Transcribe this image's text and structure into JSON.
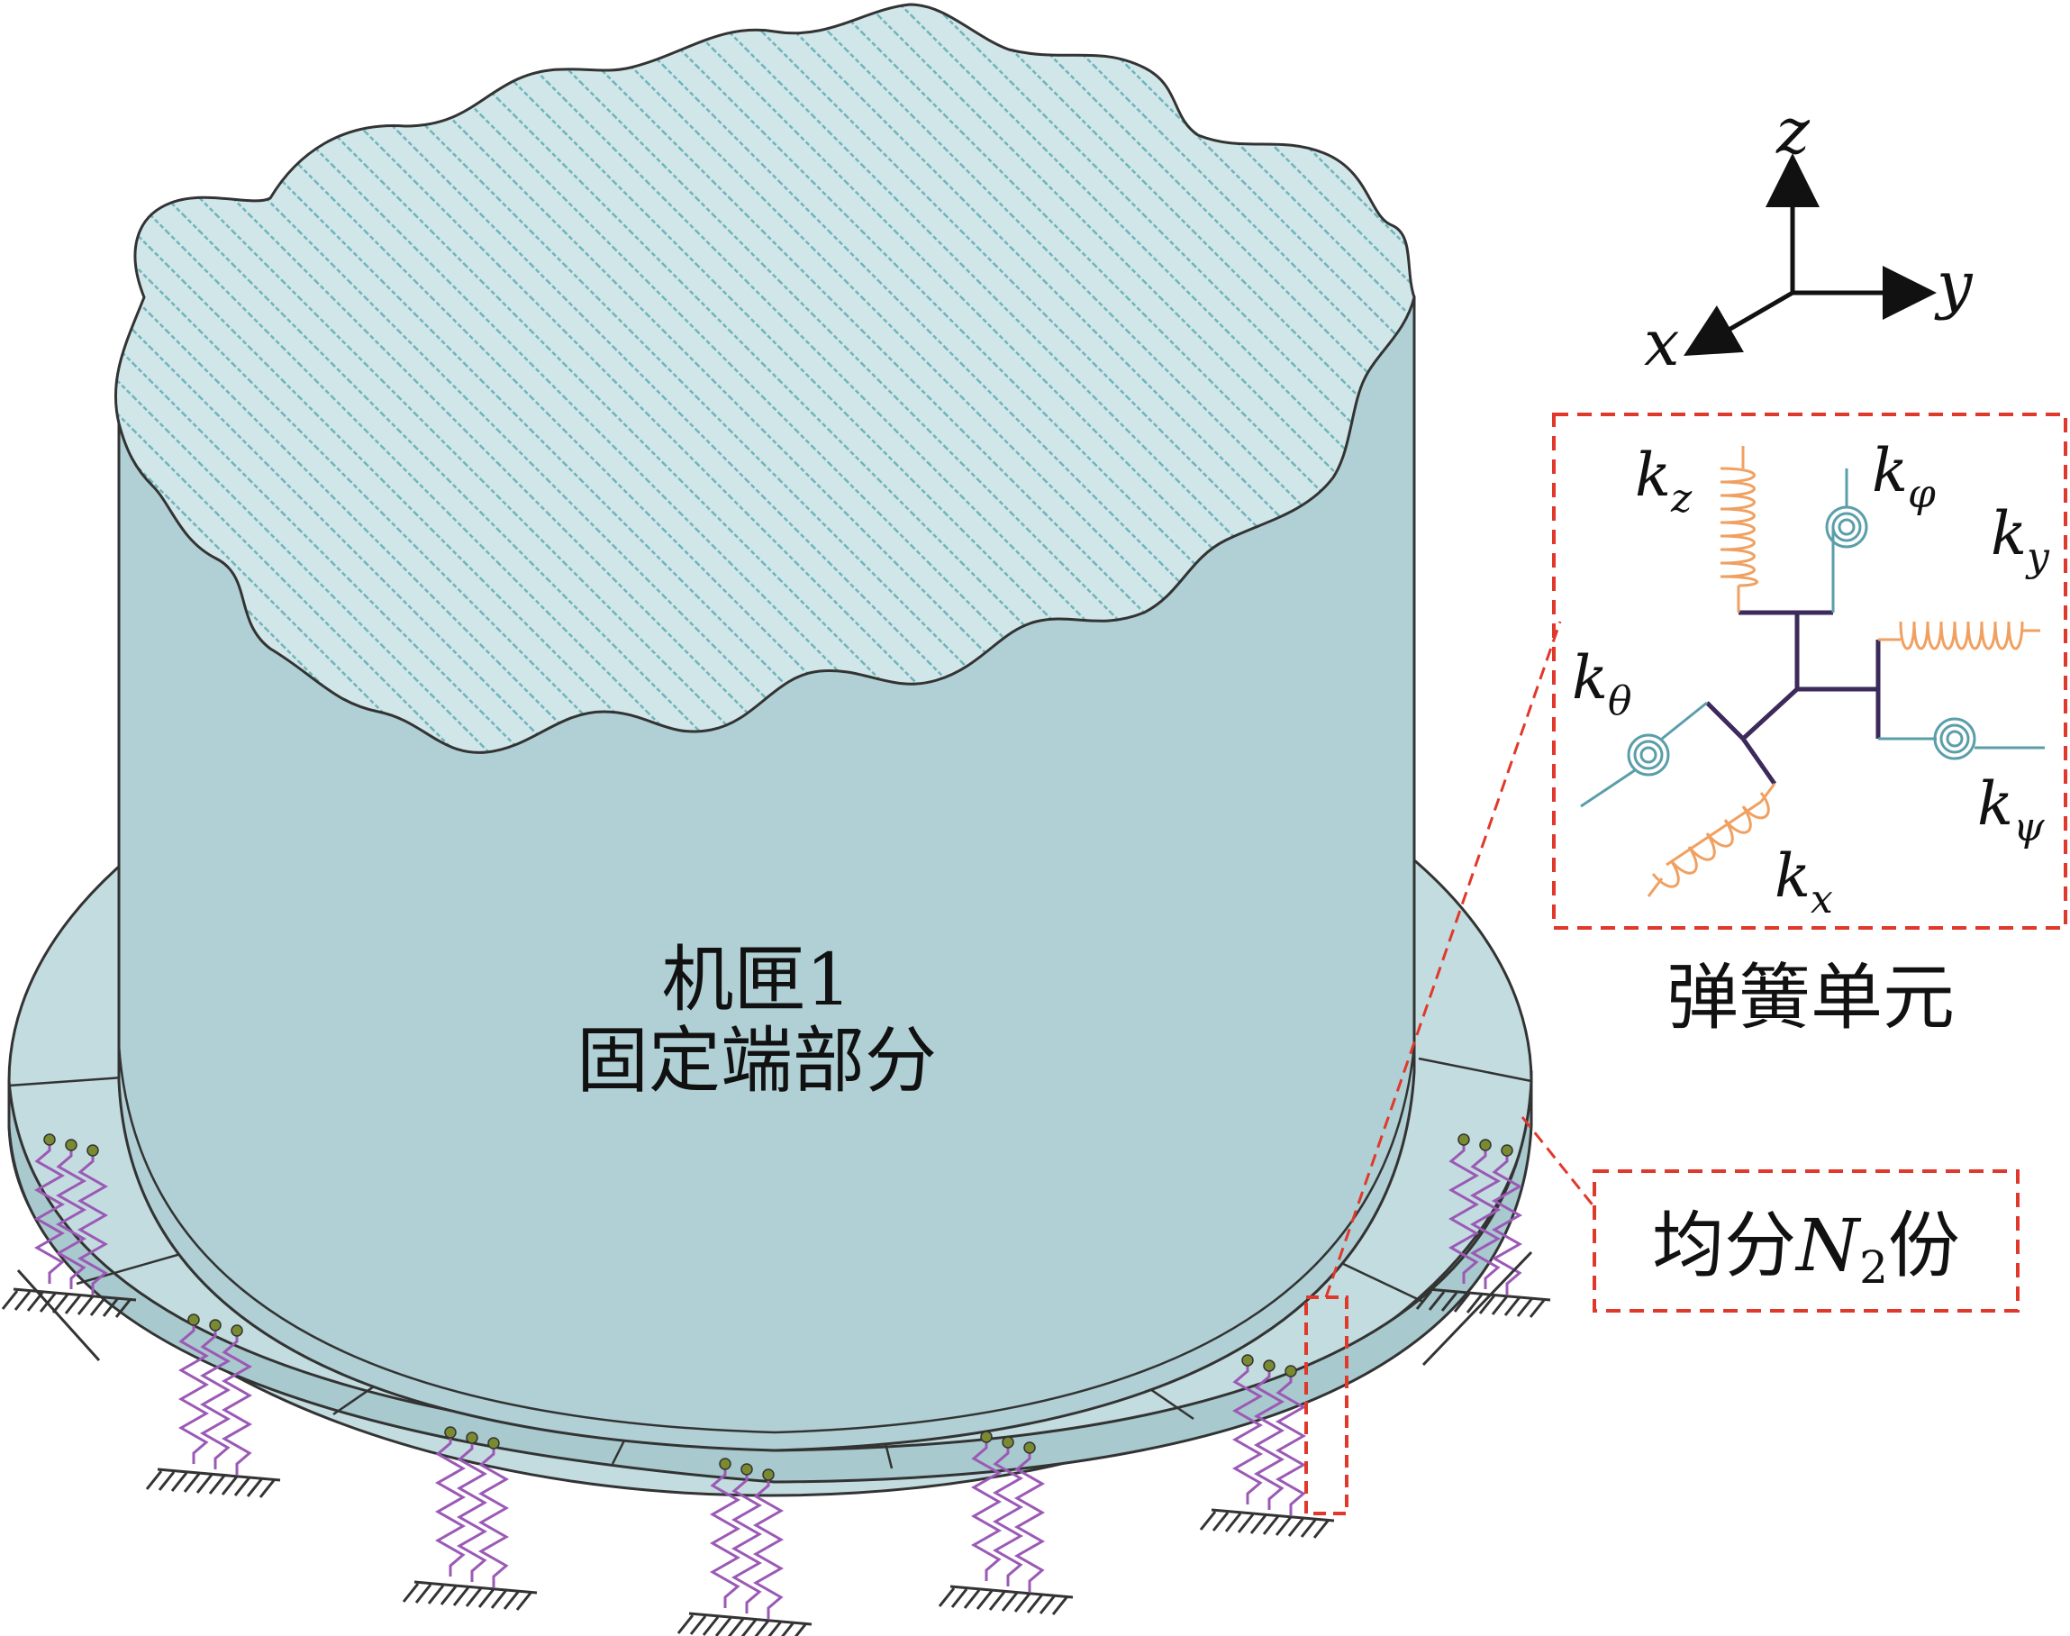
{
  "labels": {
    "casing_line1": "机匣1",
    "casing_line2": "固定端部分",
    "spring_unit": "弹簧单元",
    "divide_prefix": "均分",
    "divide_var": "N",
    "divide_sub": "2",
    "divide_suffix": "份"
  },
  "axes": {
    "z": "z",
    "y": "y",
    "x": "x"
  },
  "stiffness": [
    {
      "base": "k",
      "sub": "z"
    },
    {
      "base": "k",
      "sub": "φ"
    },
    {
      "base": "k",
      "sub": "y"
    },
    {
      "base": "k",
      "sub": "θ"
    },
    {
      "base": "k",
      "sub": "ψ"
    },
    {
      "base": "k",
      "sub": "x"
    }
  ],
  "colors": {
    "casing": "#b0d0d5",
    "flange": "#c3dcdf",
    "hatch": "#6fb4bc",
    "outline": "#333333",
    "spring": "#9b59b6",
    "ground": "#333333",
    "dashed_box": "#e0392b",
    "linear_spring": "#f0a060",
    "torsion_spring": "#5b9eaa",
    "connector": "#3b2a5a"
  }
}
